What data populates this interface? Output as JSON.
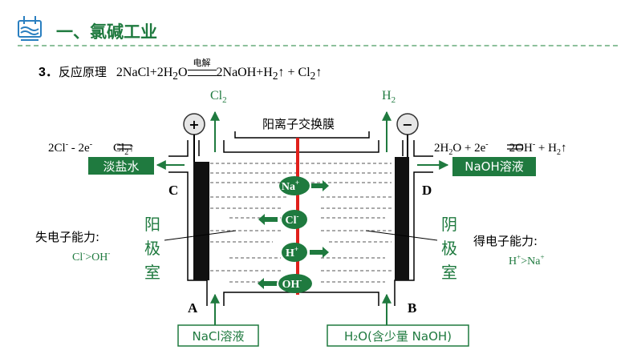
{
  "header": {
    "title": "一、氯碱工业",
    "icon": "lab-flask-icon",
    "accent_color": "#1f7a3f"
  },
  "equation": {
    "number": "3．",
    "label": "反应原理",
    "left": "2NaCl+2H",
    "left_sub": "2",
    "left_tail": "O",
    "condition": "电解",
    "right1": "2NaOH+H",
    "right1_sub": "2",
    "right2": "↑ + Cl",
    "right2_sub": "2",
    "right3": "↑"
  },
  "diagram": {
    "gas_left": "Cl",
    "gas_left_sub": "2",
    "gas_right": "H",
    "gas_right_sub": "2",
    "anode_sign": "+",
    "cathode_sign": "−",
    "membrane_label": "阳离子交换膜",
    "anode_reaction": {
      "a": "2Cl",
      "a_sup": "-",
      "b": " - 2e",
      "b_sup": "-",
      "c": "Cl",
      "c_sub": "2",
      "d": "↑"
    },
    "cathode_reaction": {
      "a": "2H",
      "a_sub": "2",
      "b": "O + 2e",
      "b_sup": "-",
      "c": "2OH",
      "c_sup": "-",
      "d": " + H",
      "d_sub": "2",
      "e": "↑"
    },
    "outlet_left": "淡盐水",
    "outlet_right": "NaOH溶液",
    "label_c": "C",
    "label_d": "D",
    "label_a": "A",
    "label_b": "B",
    "anode_room": [
      "阳",
      "极",
      "室"
    ],
    "cathode_room": [
      "阴",
      "极",
      "室"
    ],
    "lose_electron": "失电子能力:",
    "lose_order_a": "Cl",
    "lose_order_a_sup": "-",
    "lose_order_b": ">OH",
    "lose_order_b_sup": "-",
    "gain_electron": "得电子能力:",
    "gain_order_a": "H",
    "gain_order_a_sup": "+",
    "gain_order_b": ">Na",
    "gain_order_b_sup": "+",
    "ions": [
      {
        "name": "Na",
        "charge": "+",
        "direction": "right"
      },
      {
        "name": "Cl",
        "charge": "-",
        "direction": "left"
      },
      {
        "name": "H",
        "charge": "+",
        "direction": "right"
      },
      {
        "name": "OH",
        "charge": "-",
        "direction": "left"
      }
    ],
    "inlet_left": "NaCl溶液",
    "inlet_right": "H₂O(含少量 NaOH)",
    "colors": {
      "green": "#1f7a3f",
      "membrane": "#e0201b",
      "electrode": "#111111"
    }
  }
}
